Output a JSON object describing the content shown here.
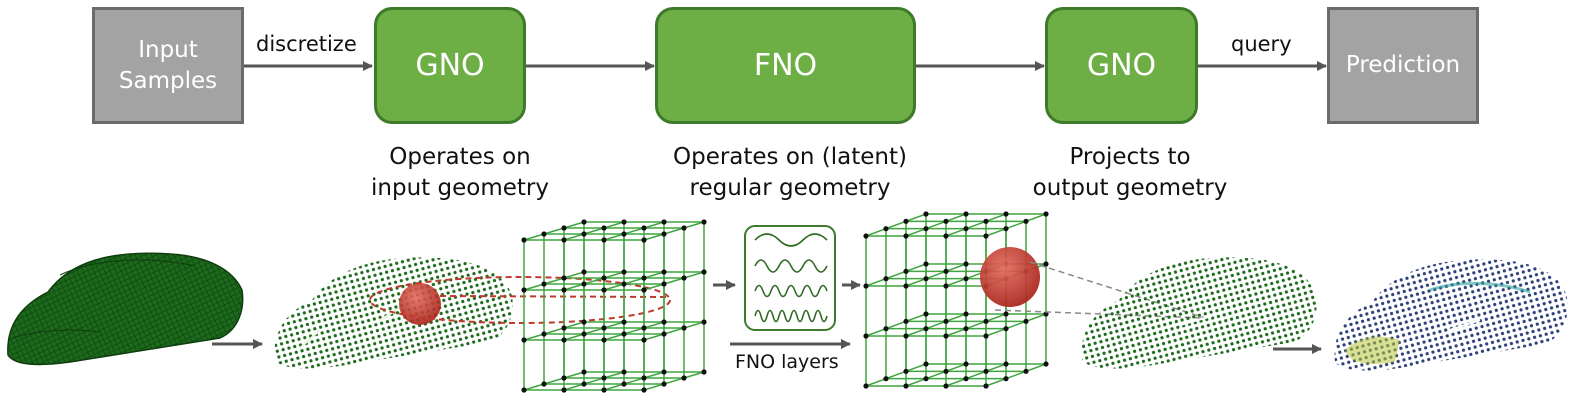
{
  "flow": {
    "input_label": "Input\nSamples",
    "gno1_label": "GNO",
    "fno_label": "FNO",
    "gno2_label": "GNO",
    "prediction_label": "Prediction",
    "edge_discretize": "discretize",
    "edge_query": "query"
  },
  "captions": {
    "gno_in": "Operates on\ninput geometry",
    "fno": "Operates on (latent)\nregular geometry",
    "gno_out": "Projects to\noutput geometry"
  },
  "illustration": {
    "fno_layers_label": "FNO layers"
  },
  "colors": {
    "green_fill": "#6dae45",
    "green_border": "#3e7a2a",
    "gray_fill": "#a3a3a3",
    "gray_border": "#6b6b6b",
    "car_green": "#1f6b1f",
    "grid_green": "#3fa53f",
    "ball_red": "#c0392b"
  }
}
